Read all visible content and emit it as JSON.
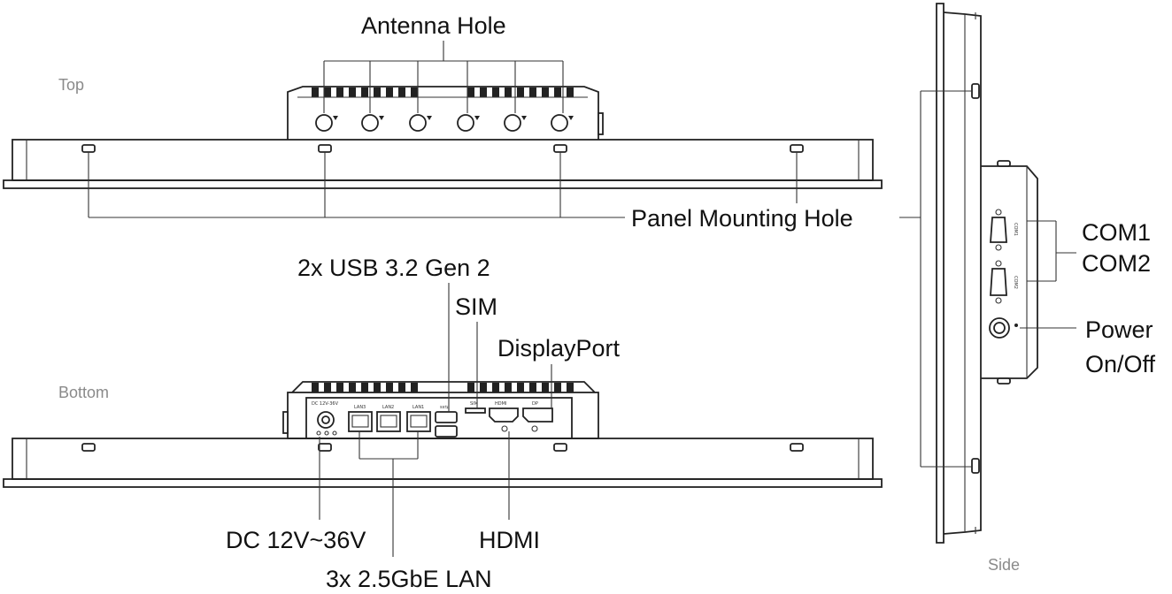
{
  "views": {
    "top": "Top",
    "bottom": "Bottom",
    "side": "Side"
  },
  "callouts": {
    "antenna_hole": "Antenna Hole",
    "panel_mounting_hole": "Panel Mounting Hole",
    "usb": "2x USB 3.2 Gen 2",
    "sim": "SIM",
    "displayport": "DisplayPort",
    "dc_power": "DC 12V~36V",
    "hdmi": "HDMI",
    "lan": "3x 2.5GbE LAN",
    "com1": "COM1",
    "com2": "COM2",
    "power_on_off_line1": "Power",
    "power_on_off_line2": "On/Off"
  },
  "port_labels": {
    "dc": "DC 12V-36V",
    "lan3": "LAN3",
    "lan2": "LAN2",
    "lan1": "LAN1",
    "usb": "ss⇆",
    "sim": "SIM",
    "hdmi": "HDMI",
    "dp": "DP",
    "com1": "COM1",
    "com2": "COM2"
  },
  "colors": {
    "line": "#222222",
    "text": "#111111",
    "view_label": "#8a8a8a"
  }
}
